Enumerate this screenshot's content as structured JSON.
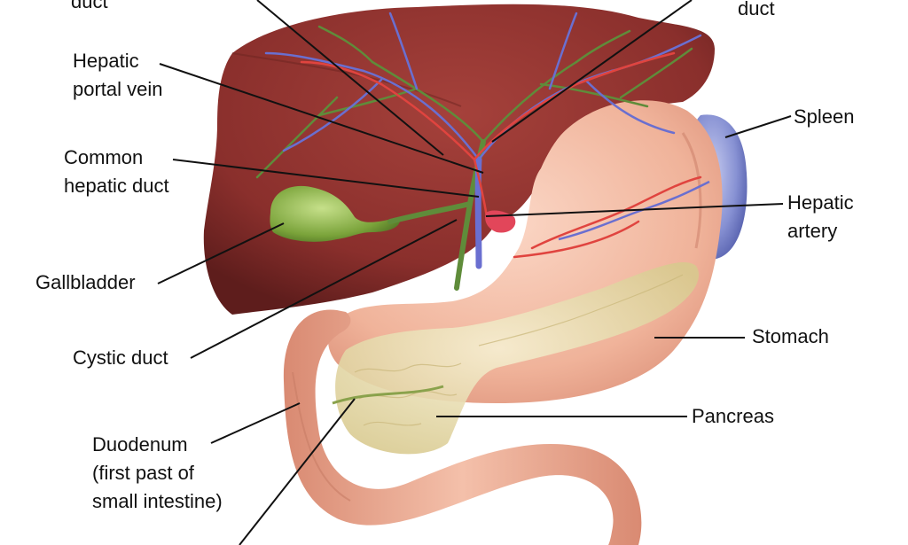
{
  "labels": {
    "top_left_duct": "duct",
    "top_right_duct": "duct",
    "hepatic_portal_vein": [
      "Hepatic",
      "portal vein"
    ],
    "common_hepatic_duct": [
      "Common",
      "hepatic duct"
    ],
    "gallbladder": "Gallbladder",
    "cystic_duct": "Cystic duct",
    "duodenum": [
      "Duodenum",
      "(first past of",
      "small intestine)"
    ],
    "spleen": "Spleen",
    "hepatic_artery": [
      "Hepatic",
      "artery"
    ],
    "stomach": "Stomach",
    "pancreas": "Pancreas"
  },
  "colors": {
    "liver": "#8a2f2c",
    "gallbladder": "#7aa33a",
    "stomach": "#f0b39a",
    "spleen": "#6f7cc4",
    "pancreas": "#eadfb6",
    "duodenum": "#eda98e",
    "vein": "#6a6fd0",
    "artery": "#e0443f",
    "bile_duct": "#5f8c3a",
    "leader_line": "#111111"
  }
}
